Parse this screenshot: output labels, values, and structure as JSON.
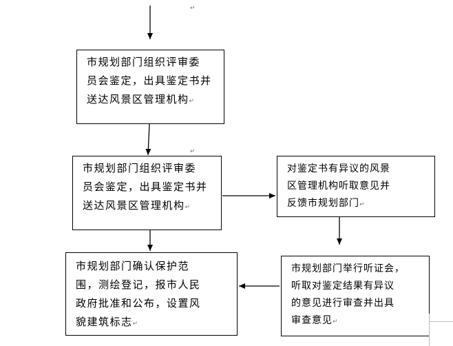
{
  "nodes": {
    "committee_review_top": {
      "lines": [
        "市规划部门组织评审委",
        "员会鉴定，出具鉴定书并",
        "送达风景区管理机构"
      ]
    },
    "committee_review": {
      "lines": [
        "市规划部门组织评审委",
        "员会鉴定，出具鉴定书并",
        "送达风景区管理机构"
      ]
    },
    "objection_feedback": {
      "lines": [
        "对鉴定书有异议的风景",
        "区管理机构听取意见并",
        "反馈市规划部门"
      ]
    },
    "confirm_protection": {
      "lines": [
        "市规划部门确认保护范",
        "围，测绘登记，报市人民",
        "政府批准和公布，设置风",
        "貌建筑标志"
      ]
    },
    "public_hearing": {
      "lines": [
        "市规划部门举行听证会，",
        "听取对鉴定结果有异议",
        "的意见进行审查并出具",
        "审查意见"
      ]
    }
  },
  "paragraph_mark": "↵",
  "colors": {
    "line": "#000000",
    "border": "#000000",
    "mark": "#777777"
  }
}
